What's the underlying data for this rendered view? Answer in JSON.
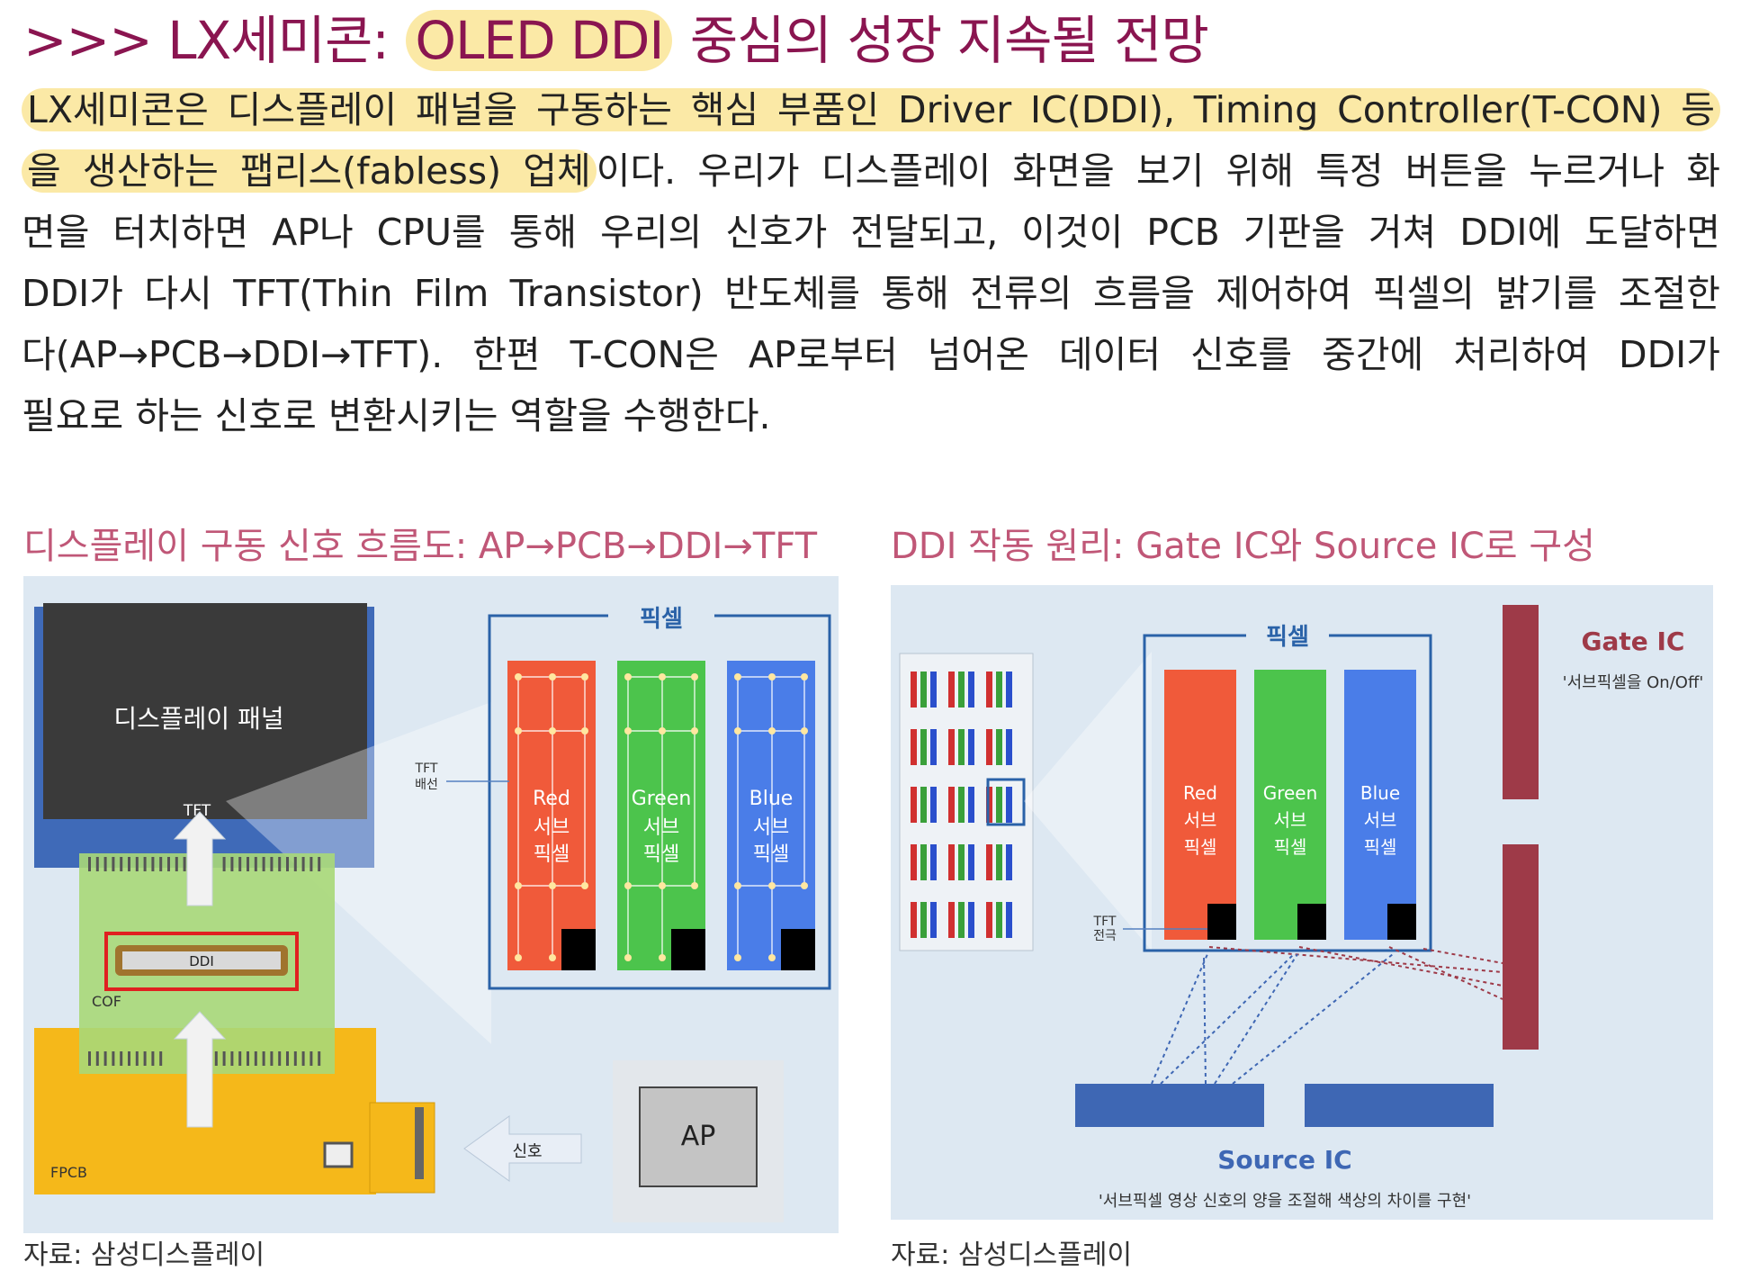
{
  "title": {
    "prefix": ">>> LX세미콘: ",
    "highlight": "OLED DDI",
    "suffix": " 중심의 성장 지속될 전망"
  },
  "paragraph": {
    "line1": "LX세미콘은 디스플레이 패널을 구동하는 핵심 부품인 Driver IC(DDI), Timing Controller(T-CON) 등",
    "line2_highlight": "을 생산하는 팹리스(fabless) 업체",
    "line2_rest": "이다. 우리가 디스플레이 화면을 보기 위해 특정 버튼을 누르거나 화",
    "line3": "면을 터치하면 AP나 CPU를 통해 우리의 신호가 전달되고, 이것이 PCB 기판을 거쳐 DDI에 도달하면",
    "line4": "DDI가 다시 TFT(Thin Film Transistor) 반도체를 통해 전류의 흐름을 제어하여 픽셀의 밝기를 조절한",
    "line5": "다(AP→PCB→DDI→TFT). 한편 T-CON은 AP로부터 넘어온 데이터 신호를 중간에 처리하여 DDI가",
    "line6": "필요로 하는 신호로 변환시키는 역할을 수행한다."
  },
  "figure_left": {
    "title": "디스플레이 구동 신호 흐름도: AP→PCB→DDI→TFT",
    "panel_label": "디스플레이 패널",
    "tft_label": "TFT",
    "ddi_label": "DDI",
    "cof_label": "COF",
    "fpcb_label": "FPCB",
    "ap_label": "AP",
    "signal_label": "신호",
    "pixel_title": "픽셀",
    "tft_wiring_line1": "TFT",
    "tft_wiring_line2": "배선",
    "subpixels": [
      {
        "name": "Red",
        "l2": "서브",
        "l3": "픽셀",
        "color": "#f05a3a"
      },
      {
        "name": "Green",
        "l2": "서브",
        "l3": "픽셀",
        "color": "#4cc44c"
      },
      {
        "name": "Blue",
        "l2": "서브",
        "l3": "픽셀",
        "color": "#4a7de8"
      }
    ],
    "source": "자료: 삼성디스플레이"
  },
  "figure_right": {
    "title": "DDI 작동 원리: Gate IC와 Source IC로 구성",
    "pixel_title": "픽셀",
    "gate_ic_label": "Gate IC",
    "gate_ic_desc": "'서브픽셀을 On/Off'",
    "source_ic_label": "Source IC",
    "source_ic_desc": "'서브픽셀 영상 신호의 양을 조절해 색상의 차이를 구현'",
    "tft_electrode_line1": "TFT",
    "tft_electrode_line2": "전극",
    "subpixels": [
      {
        "name": "Red",
        "l2": "서브",
        "l3": "픽셀",
        "color": "#f05a3a"
      },
      {
        "name": "Green",
        "l2": "서브",
        "l3": "픽셀",
        "color": "#4cc44c"
      },
      {
        "name": "Blue",
        "l2": "서브",
        "l3": "픽셀",
        "color": "#4a7de8"
      }
    ],
    "source": "자료: 삼성디스플레이"
  },
  "colors": {
    "title": "#8a1550",
    "highlight": "#fbe9a6",
    "figure_title": "#c05777",
    "figure_bg": "#dde8f2",
    "gate_ic": "#9e3a48",
    "source_ic": "#3e67b4"
  }
}
